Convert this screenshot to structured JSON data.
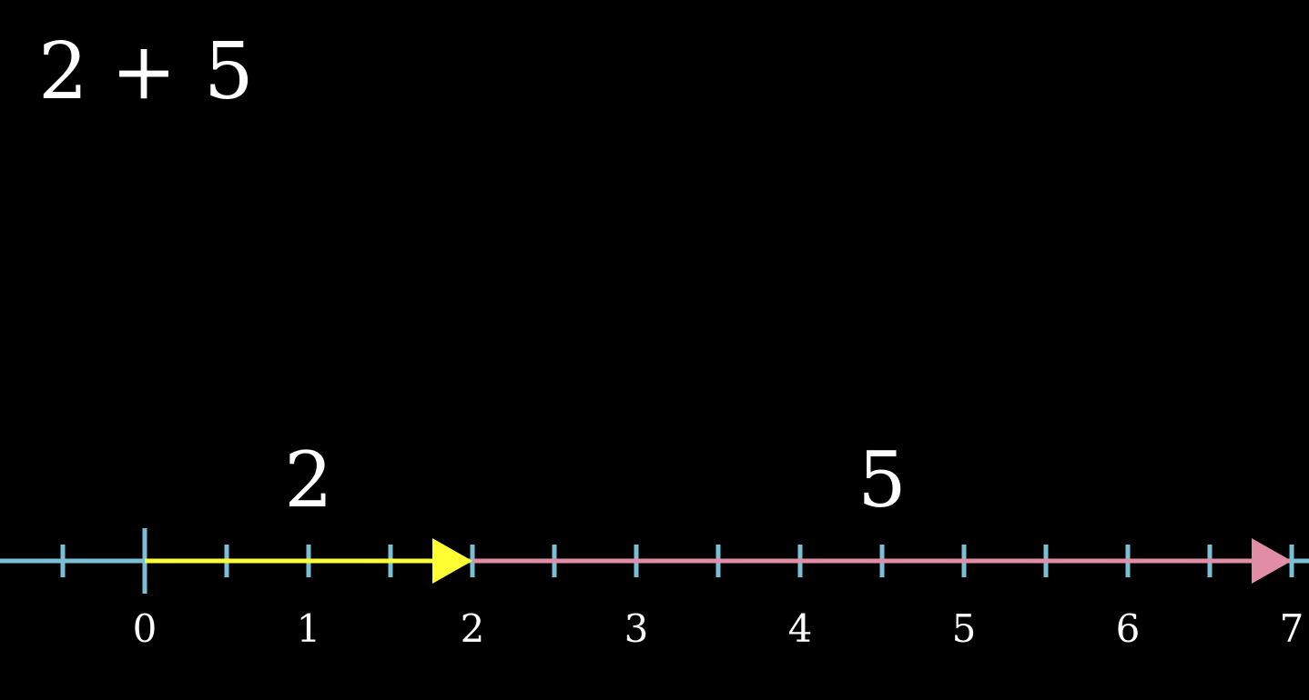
{
  "equation": {
    "left": "2",
    "operator": "+",
    "right": "5"
  },
  "number_line": {
    "range": [
      -1,
      7
    ],
    "tick_step": 0.5,
    "labels": [
      "1",
      "0",
      "1",
      "2",
      "3",
      "4",
      "5",
      "6",
      "7"
    ],
    "color": "#79c0d6"
  },
  "arrows": [
    {
      "label": "2",
      "from": 0,
      "to": 2,
      "color": "#ffff33"
    },
    {
      "label": "5",
      "from": 2,
      "to": 7,
      "color": "#e08da5"
    }
  ]
}
